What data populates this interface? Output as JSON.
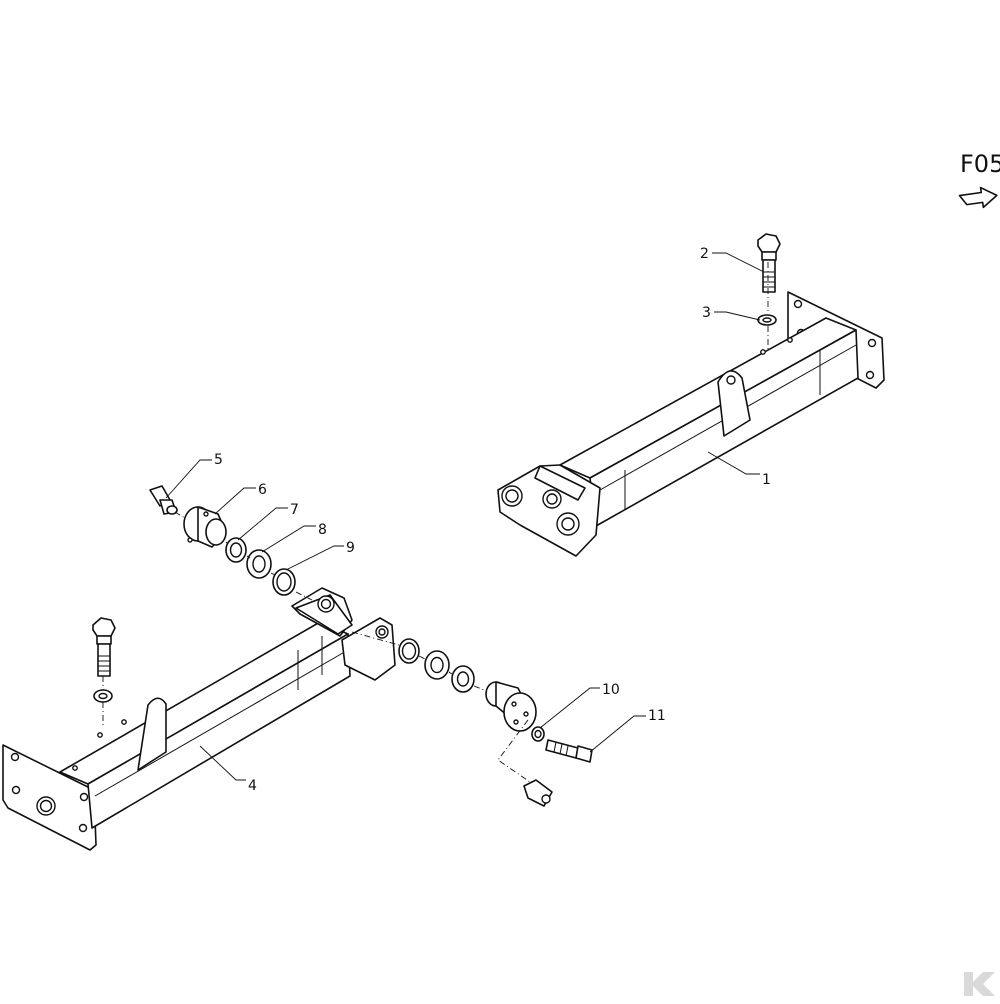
{
  "sheet": {
    "code": "F05"
  },
  "callouts": [
    {
      "number": "1"
    },
    {
      "number": "2"
    },
    {
      "number": "3"
    },
    {
      "number": "4"
    },
    {
      "number": "5"
    },
    {
      "number": "6"
    },
    {
      "number": "7"
    },
    {
      "number": "8"
    },
    {
      "number": "9"
    },
    {
      "number": "10"
    },
    {
      "number": "11"
    }
  ],
  "icons": {
    "direction": "direction-arrow-icon",
    "logo": "brand-logo-icon"
  },
  "colors": {
    "line": "#111111",
    "background": "#ffffff",
    "logo": "#d9d9d9"
  }
}
